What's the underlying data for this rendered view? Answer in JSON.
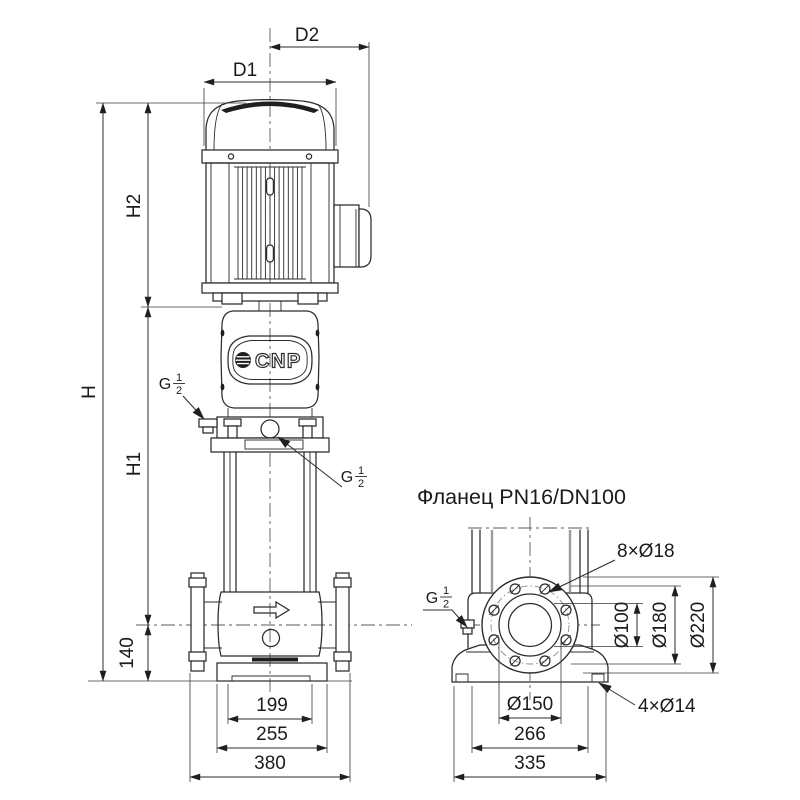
{
  "main_view": {
    "brand_logo": "CNP",
    "dimensions": {
      "d2": "D2",
      "d1": "D1",
      "h2": "H2",
      "h": "H",
      "h1": "H1",
      "port_height": "140",
      "base_span_inner": "199",
      "base_span_mid": "255",
      "base_length": "380"
    }
  },
  "flange_view": {
    "title": "Фланец PN16/DN100",
    "dimensions": {
      "bolt_holes": "8×Ø18",
      "bore": "Ø100",
      "bolt_circle": "Ø180",
      "outer_diameter": "Ø220",
      "raised_face": "Ø150",
      "slot_span": "266",
      "base_width": "335",
      "base_holes": "4×Ø14"
    }
  },
  "thread_label": {
    "prefix": "G",
    "numerator": "1",
    "denominator": "2"
  },
  "colors": {
    "line": "#2b2b2b",
    "background": "#ffffff"
  }
}
